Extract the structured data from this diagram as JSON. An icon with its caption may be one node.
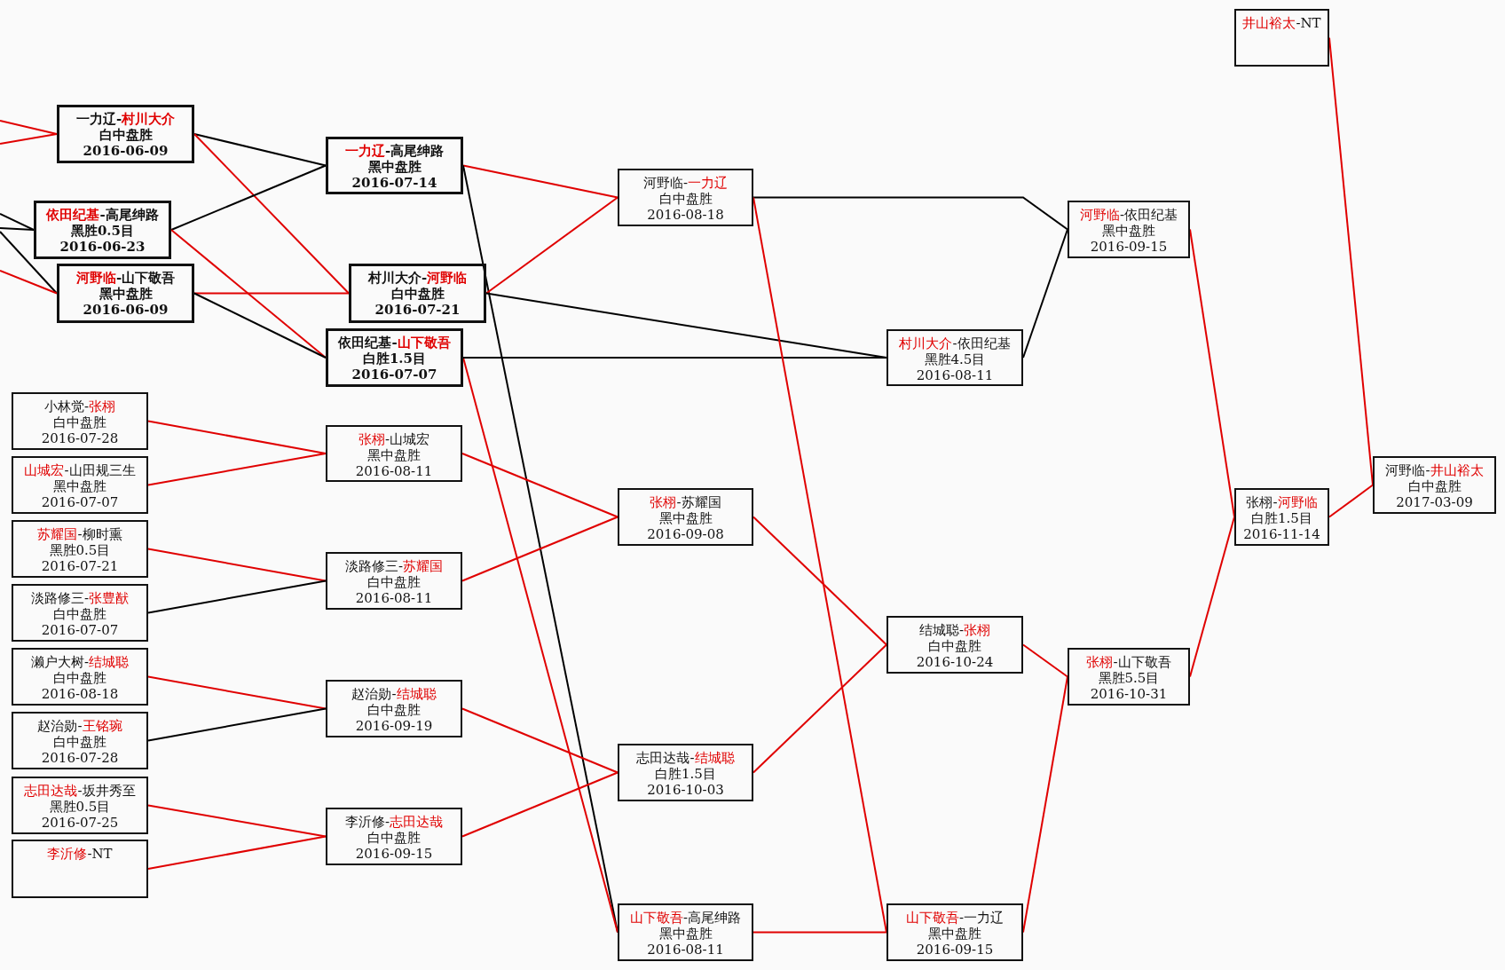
{
  "diagram": {
    "nodes": [
      {
        "text": [
          "一力辽-**村川大介**",
          "白中盘胜",
          "2016-06-09"
        ]
      },
      {
        "text": [
          "**依田纪基**-高尾绅路",
          "黑胜0.5目",
          "2016-06-23"
        ]
      },
      {
        "text": [
          "**河野临**-山下敬吾",
          "黑中盘胜",
          "2016-06-09"
        ]
      },
      {
        "text": [
          "小林觉-**张栩**",
          "白中盘胜",
          "2016-07-28"
        ]
      },
      {
        "text": [
          "**山城宏**-山田规三生",
          "黑中盘胜",
          "2016-07-07"
        ]
      },
      {
        "text": [
          "**苏耀国**-柳时熏",
          "黑胜0.5目",
          "2016-07-21"
        ]
      },
      {
        "text": [
          "淡路修三-**张豊猷**",
          "白中盘胜",
          "2016-07-07"
        ]
      },
      {
        "text": [
          "濑户大树-**结城聪**",
          "白中盘胜",
          "2016-08-18"
        ]
      },
      {
        "text": [
          "赵治勋-**王铭琬**",
          "白中盘胜",
          "2016-07-28"
        ]
      },
      {
        "text": [
          "**志田达哉**-坂井秀至",
          "黑胜0.5目",
          "2016-07-25"
        ]
      },
      {
        "text": [
          "**李沂修**-NT"
        ]
      },
      {
        "text": [
          "**一力辽**-高尾绅路",
          "黑中盘胜",
          "2016-07-14"
        ]
      },
      {
        "text": [
          "村川大介-**河野临**",
          "白中盘胜",
          "2016-07-21"
        ]
      },
      {
        "text": [
          "依田纪基-**山下敬吾**",
          "白胜1.5目",
          "2016-07-07"
        ]
      },
      {
        "text": [
          "**张栩**-山城宏",
          "黑中盘胜",
          "2016-08-11"
        ]
      },
      {
        "text": [
          "淡路修三-**苏耀国**",
          "白中盘胜",
          "2016-08-11"
        ]
      },
      {
        "text": [
          "赵治勋-**结城聪**",
          "白中盘胜",
          "2016-09-19"
        ]
      },
      {
        "text": [
          "李沂修-**志田达哉**",
          "白中盘胜",
          "2016-09-15"
        ]
      },
      {
        "text": [
          "河野临-**一力辽**",
          "白中盘胜",
          "2016-08-18"
        ]
      },
      {
        "text": [
          "**张栩**-苏耀国",
          "黑中盘胜",
          "2016-09-08"
        ]
      },
      {
        "text": [
          "志田达哉-**结城聪**",
          "白胜1.5目",
          "2016-10-03"
        ]
      },
      {
        "text": [
          "**山下敬吾**-高尾绅路",
          "黑中盘胜",
          "2016-08-11"
        ]
      },
      {
        "text": [
          "**村川大介**-依田纪基",
          "黑胜4.5目",
          "2016-08-11"
        ]
      },
      {
        "text": [
          "结城聪-**张栩**",
          "白中盘胜",
          "2016-10-24"
        ]
      },
      {
        "text": [
          "**山下敬吾**-一力辽",
          "黑中盘胜",
          "2016-09-15"
        ]
      },
      {
        "text": [
          "**河野临**-依田纪基",
          "黑中盘胜",
          "2016-09-15"
        ]
      },
      {
        "text": [
          "**张栩**-山下敬吾",
          "黑胜5.5目",
          "2016-10-31"
        ]
      },
      {
        "text": [
          "**井山裕太**-NT"
        ]
      },
      {
        "text": [
          "张栩-**河野临**",
          "白胜1.5目",
          "2016-11-14"
        ]
      },
      {
        "text": [
          "河野临-**井山裕太**",
          "白中盘胜",
          "2017-03-09"
        ]
      }
    ],
    "edges": [
      {
        "from": null,
        "to": 0,
        "arrow": "none"
      },
      {
        "from": null,
        "to": 0,
        "arrow": "none"
      },
      {
        "from": null,
        "to": 1,
        "arrow": "none",
        "color": "#000000"
      },
      {
        "from": null,
        "to": 1,
        "arrow": "none",
        "color": "#000000"
      },
      {
        "from": null,
        "to": 2,
        "arrow": "none",
        "color": "#000000"
      },
      {
        "from": null,
        "to": 2,
        "arrow": "none"
      },
      {
        "from": 0,
        "to": 11,
        "arrow": "none",
        "color": "#000000"
      },
      {
        "from": 0,
        "to": 12,
        "arrow": "none"
      },
      {
        "from": 1,
        "to": 11,
        "arrow": "none",
        "color": "#000000"
      },
      {
        "from": 1,
        "to": 13,
        "arrow": "none"
      },
      {
        "from": 2,
        "to": 12,
        "arrow": "none"
      },
      {
        "from": 2,
        "to": 13,
        "arrow": "none",
        "color": "#000000"
      },
      {
        "from": 3,
        "to": 14,
        "arrow": "none"
      },
      {
        "from": 4,
        "to": 14,
        "arrow": "none"
      },
      {
        "from": 5,
        "to": 15,
        "arrow": "none"
      },
      {
        "from": 6,
        "to": 15,
        "arrow": "none",
        "color": "#000000"
      },
      {
        "from": 7,
        "to": 16,
        "arrow": "none"
      },
      {
        "from": 8,
        "to": 16,
        "arrow": "none",
        "color": "#000000"
      },
      {
        "from": 9,
        "to": 17,
        "arrow": "none"
      },
      {
        "from": 10,
        "to": 17,
        "arrow": "none"
      },
      {
        "from": 11,
        "to": 18,
        "arrow": "none"
      },
      {
        "from": 11,
        "to": 21,
        "arrow": "none",
        "color": "#000000"
      },
      {
        "from": 12,
        "to": 18,
        "arrow": "none"
      },
      {
        "from": 12,
        "to": 22,
        "arrow": "none",
        "color": "#000000"
      },
      {
        "from": 13,
        "to": 21,
        "arrow": "none"
      },
      {
        "from": 13,
        "to": 22,
        "arrow": "none",
        "color": "#000000"
      },
      {
        "from": 14,
        "to": 19,
        "arrow": "none"
      },
      {
        "from": 15,
        "to": 19,
        "arrow": "none"
      },
      {
        "from": 16,
        "to": 20,
        "arrow": "none"
      },
      {
        "from": 17,
        "to": 20,
        "arrow": "none"
      },
      {
        "from": 18,
        "to": 25,
        "arrow": "none",
        "color": "#000000"
      },
      {
        "from": 18,
        "to": 24,
        "arrow": "none"
      },
      {
        "from": 19,
        "to": 23,
        "arrow": "none"
      },
      {
        "from": 20,
        "to": 23,
        "arrow": "none"
      },
      {
        "from": 21,
        "to": 24,
        "arrow": "none"
      },
      {
        "from": 22,
        "to": 25,
        "arrow": "none",
        "color": "#000000"
      },
      {
        "from": 23,
        "to": 26,
        "arrow": "none"
      },
      {
        "from": 24,
        "to": 26,
        "arrow": "none"
      },
      {
        "from": 25,
        "to": 28,
        "arrow": "none"
      },
      {
        "from": 26,
        "to": 28,
        "arrow": "none"
      },
      {
        "from": 27,
        "to": 29,
        "arrow": "none"
      },
      {
        "from": 28,
        "to": 29,
        "arrow": "none"
      }
    ]
  }
}
